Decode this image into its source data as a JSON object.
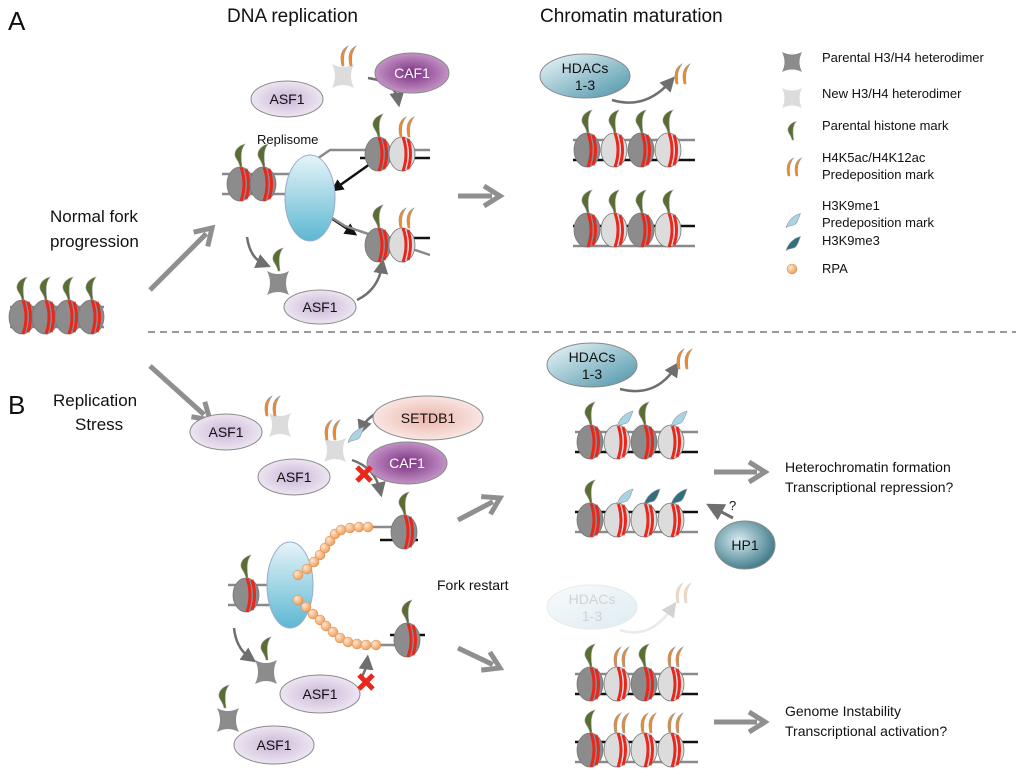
{
  "panels": {
    "a": {
      "letter": "A"
    },
    "b": {
      "letter": "B"
    }
  },
  "headings": {
    "dna_replication": "DNA replication",
    "chromatin_maturation": "Chromatin maturation"
  },
  "labels": {
    "normal_fork_line1": "Normal fork",
    "normal_fork_line2": "progression",
    "replication_stress_line1": "Replication",
    "replication_stress_line2": "Stress",
    "replisome": "Replisome",
    "fork_restart": "Fork restart",
    "hp1_question": "?"
  },
  "proteins": {
    "asf1": "ASF1",
    "caf1": "CAF1",
    "setdb1": "SETDB1",
    "hdacs_line1": "HDACs",
    "hdacs_line2": "1-3",
    "hp1": "HP1"
  },
  "outcomes": {
    "heterochromatin_line1": "Heterochromatin formation",
    "heterochromatin_line2": "Transcriptional repression?",
    "instability_line1": "Genome Instability",
    "instability_line2": "Transcriptional activation?"
  },
  "legend": [
    {
      "icon": "parental-h3h4-icon",
      "lines": [
        "Parental H3/H4 heterodimer"
      ]
    },
    {
      "icon": "new-h3h4-icon",
      "lines": [
        "New H3/H4 heterodimer"
      ]
    },
    {
      "icon": "parental-mark-icon",
      "lines": [
        "Parental histone mark"
      ]
    },
    {
      "icon": "acetyl-mark-icon",
      "lines": [
        "H4K5ac/H4K12ac",
        "Predeposition mark"
      ]
    },
    {
      "icon": "h3k9me1-mark-icon",
      "lines": [
        "H3K9me1",
        "Predeposition mark"
      ]
    },
    {
      "icon": "h3k9me3-mark-icon",
      "lines": [
        "H3K9me3"
      ]
    },
    {
      "icon": "rpa-icon",
      "lines": [
        "RPA"
      ]
    }
  ],
  "colors": {
    "parental_histone": "#8c8c8c",
    "new_histone": "#dcdcdc",
    "dna_wrap": "#e8281e",
    "parental_mark": "#5a6e32",
    "acetyl_mark": "#ee8a2c",
    "h3k9me1_mark": "#a8d4e6",
    "h3k9me3_mark": "#2f6f7e",
    "rpa": "#f5b27a",
    "arrow_gray": "#8f8f8f",
    "asf1_fill": "#e6dcec",
    "caf1_fill": "#8e4a92",
    "setdb1_fill": "#f4d4cf",
    "hdac_fill": "#7fb6c8",
    "hp1_fill": "#3f7d8c",
    "replisome_fill": "#a9d8e6",
    "block_red": "#e8281e"
  }
}
